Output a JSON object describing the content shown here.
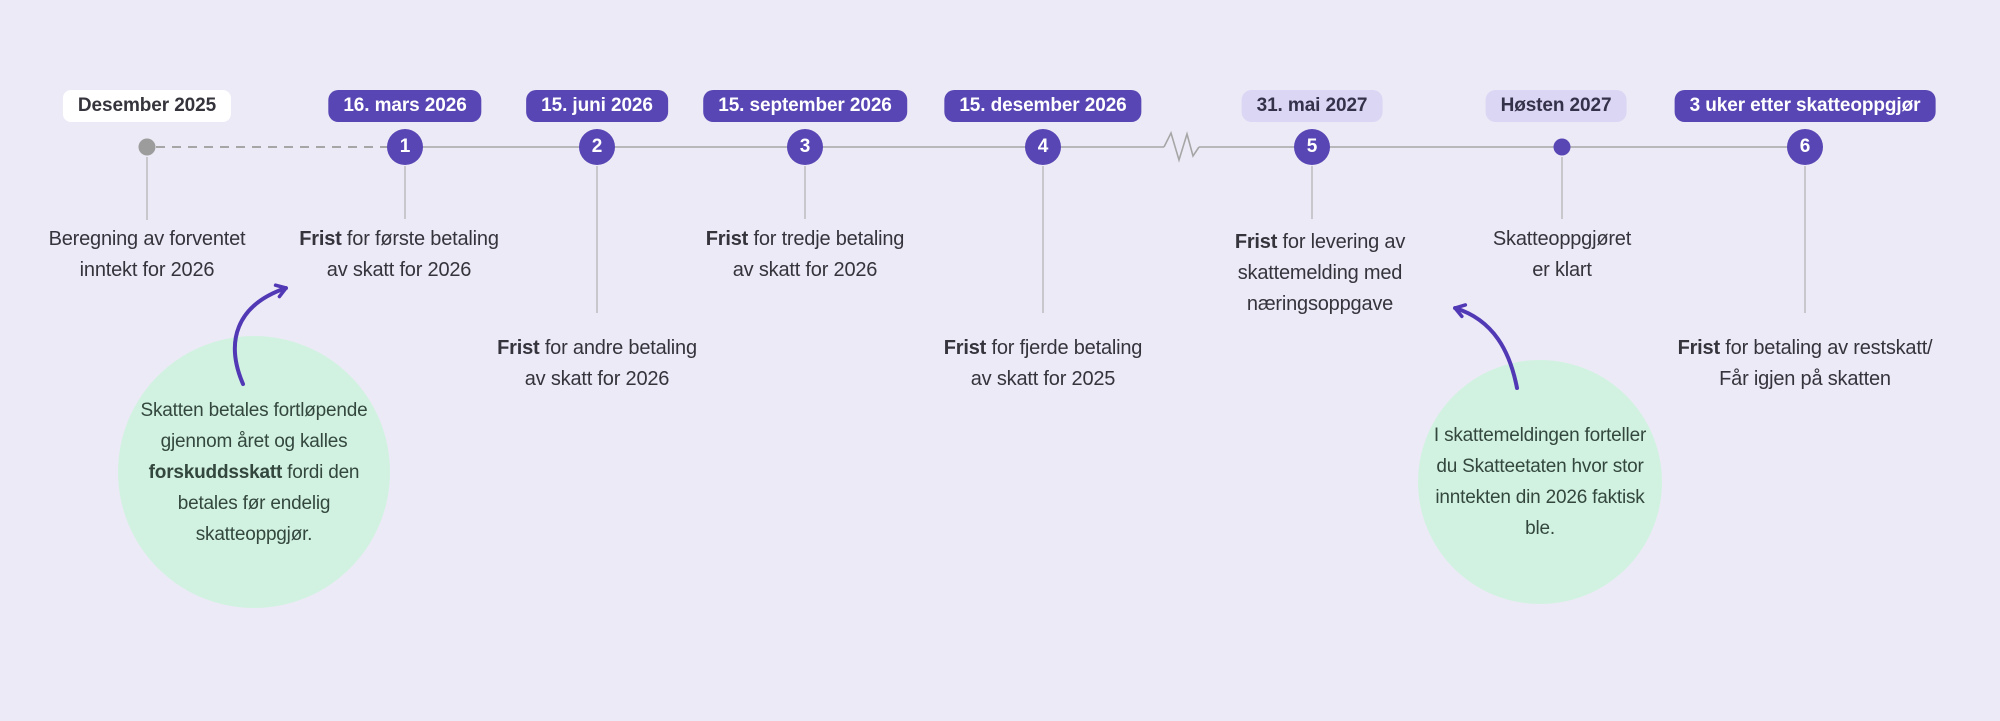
{
  "colors": {
    "background": "#eceaf6",
    "accent_purple": "#5746b4",
    "badge_light_bg": "#dcd6f5",
    "badge_white_bg": "#ffffff",
    "text_dark": "#35343c",
    "line_gray": "#a6a6a6",
    "dot_gray": "#9c9c9c",
    "callout_green_bg": "#d2f2e1",
    "callout_text": "#33473e",
    "arrow_purple": "#5138b5"
  },
  "timeline": {
    "events": [
      {
        "date": "Desember 2025",
        "badge_style": "white",
        "marker": "gray-dot",
        "desc": {
          "bold": "",
          "l1": "Beregning av forventet",
          "l2": "inntekt for 2026"
        }
      },
      {
        "date": "16. mars 2026",
        "badge_style": "purple",
        "number": "1",
        "desc": {
          "bold": "Frist",
          "l1": " for første betaling",
          "l2": "av skatt for 2026"
        }
      },
      {
        "date": "15. juni 2026",
        "badge_style": "purple",
        "number": "2",
        "desc": {
          "bold": "Frist",
          "l1": " for andre betaling",
          "l2": "av skatt for 2026"
        }
      },
      {
        "date": "15. september 2026",
        "badge_style": "purple",
        "number": "3",
        "desc": {
          "bold": "Frist",
          "l1": " for tredje betaling",
          "l2": "av skatt for 2026"
        }
      },
      {
        "date": "15. desember 2026",
        "badge_style": "purple",
        "number": "4",
        "desc": {
          "bold": "Frist",
          "l1": " for fjerde betaling",
          "l2": "av skatt for 2025"
        }
      },
      {
        "date": "31. mai 2027",
        "badge_style": "light",
        "number": "5",
        "desc": {
          "bold": "Frist",
          "l1": " for levering av",
          "l2": "skattemelding med",
          "l3": "næringsoppgave"
        }
      },
      {
        "date": "Høsten 2027",
        "badge_style": "light",
        "marker": "purple-dot",
        "desc": {
          "bold": "",
          "l1": "Skatteoppgjøret",
          "l2": "er klart"
        }
      },
      {
        "date": "3 uker etter skatteoppgjør",
        "badge_style": "purple",
        "number": "6",
        "desc": {
          "bold": "Frist",
          "l1": " for betaling av restskatt/",
          "l2": "Får igjen på skatten"
        }
      }
    ]
  },
  "callouts": {
    "left": {
      "pre": "Skatten betales fortløpende gjennom året og kalles ",
      "bold": "forskuddsskatt",
      "post": " fordi den betales før endelig skatteoppgjør."
    },
    "right": {
      "text": "I skattemeldingen forteller du Skatteetaten hvor stor inntekten din 2026 faktisk ble."
    }
  }
}
